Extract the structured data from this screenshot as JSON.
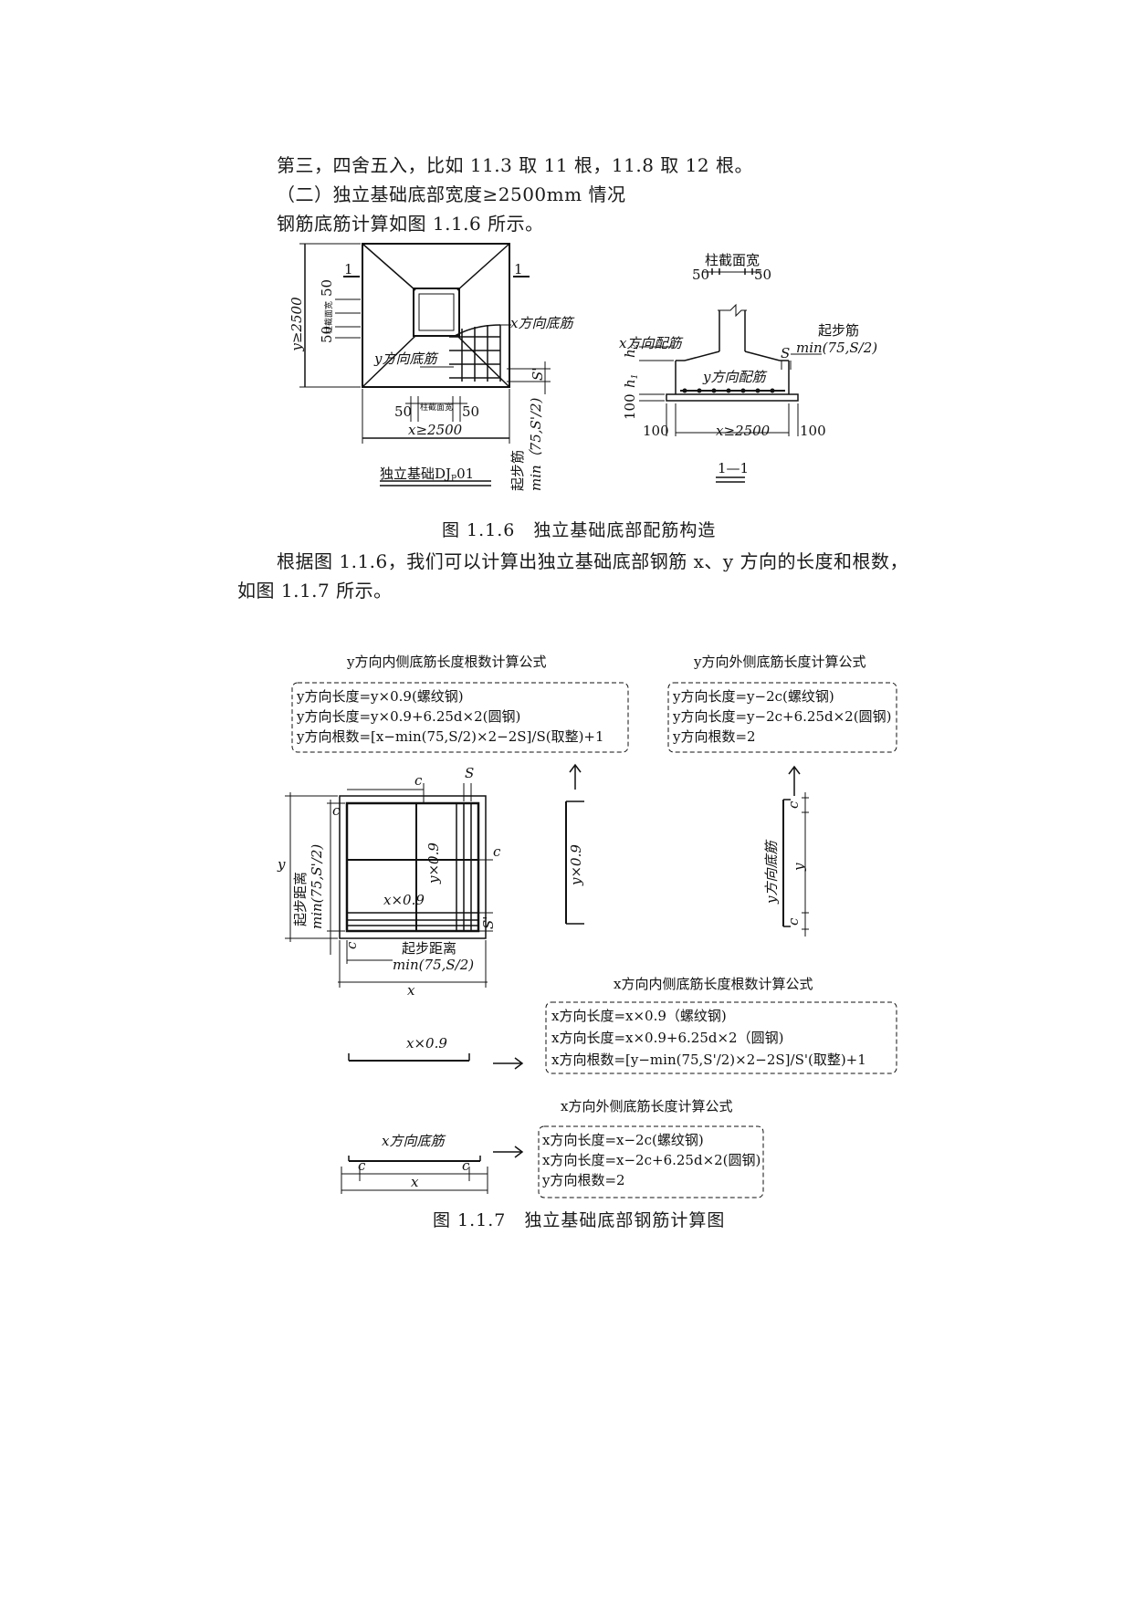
{
  "paragraphs": {
    "p1": "第三，四舍五入，比如 11.3 取 11 根，11.8 取 12 根。",
    "p2": "（二）独立基础底部宽度≥2500mm 情况",
    "p3": "钢筋底筋计算如图 1.1.6 所示。",
    "p4a": "根据图 1.1.6，我们可以计算出独立基础底部钢筋 x、y 方向的长度和根数，",
    "p4b": "如图 1.1.7 所示。"
  },
  "fig116": {
    "caption": "图 1.1.6　独立基础底部配筋构造",
    "plan": {
      "y_dim": "y≥2500",
      "fifty_a": "50",
      "fifty_b": "50",
      "zhu_small": "柱截面宽",
      "sec1_left": "1",
      "sec1_right": "1",
      "x_bottom_bar": "x方向底筋",
      "y_bottom_bar": "y方向底筋",
      "s_prime": "S'",
      "bot50_l": "50",
      "bot50_r": "50",
      "x_dim": "x≥2500",
      "qibujin": "起步筋",
      "min_sp": "min（75,S'/2)",
      "title": "独立基础DJ",
      "title_sub": "P",
      "title_num": "01"
    },
    "section": {
      "zhu_width": "柱截面宽",
      "fifty_l": "50",
      "fifty_r": "50",
      "x_rebar": "x方向配筋",
      "qibujin": "起步筋",
      "min_s": "min(75,S/2)",
      "s": "S",
      "y_rebar": "y方向配筋",
      "h2": "h",
      "h2_sub": "2",
      "h1": "h",
      "h1_sub": "1",
      "hundred_v": "100",
      "hundred_l": "100",
      "x_dim": "x≥2500",
      "hundred_r": "100",
      "label": "1—1"
    }
  },
  "fig117": {
    "caption": "图 1.1.7　独立基础底部钢筋计算图",
    "box_y_inner": {
      "title": "y方向内侧底筋长度根数计算公式",
      "lines": [
        "y方向长度=y×0.9(螺纹钢)",
        "y方向长度=y×0.9+6.25d×2(圆钢)",
        "y方向根数=[x−min(75,S/2)×2−2S]/S(取整)+1"
      ]
    },
    "box_y_outer": {
      "title": "y方向外侧底筋长度计算公式",
      "lines": [
        "y方向长度=y−2c(螺纹钢)",
        "y方向长度=y−2c+6.25d×2(圆钢)",
        "y方向根数=2"
      ]
    },
    "box_x_inner": {
      "title": "x方向内侧底筋长度根数计算公式",
      "lines": [
        "x方向长度=x×0.9（螺纹钢)",
        "x方向长度=x×0.9+6.25d×2（圆钢)",
        "x方向根数=[y−min(75,S'/2)×2−2S]/S'(取整)+1"
      ]
    },
    "box_x_outer": {
      "title": "x方向外侧底筋长度计算公式",
      "lines": [
        "x方向长度=x−2c(螺纹钢)",
        "x方向长度=x−2c+6.25d×2(圆钢)",
        "y方向根数=2"
      ]
    },
    "plan": {
      "c_top": "c",
      "s_top": "S",
      "c_left": "c",
      "y_label": "y",
      "qibu1": "起步距离",
      "qibu1_min": "min(75,S'/2)",
      "y09": "y×0.9",
      "c_right": "c",
      "x09": "x×0.9",
      "s_prime": "S'",
      "c_bottom": "c",
      "qibu2": "起步距离",
      "qibu2_min": "min(75,S/2)",
      "x_label": "x"
    },
    "y_inner_bar": "y×0.9",
    "y_outer": {
      "name": "y方向底筋",
      "c1": "c",
      "y": "y",
      "c2": "c"
    },
    "x_inner_bar": "x×0.9",
    "x_outer": {
      "name": "x方向底筋",
      "c1": "c",
      "c2": "c",
      "x": "x"
    }
  }
}
